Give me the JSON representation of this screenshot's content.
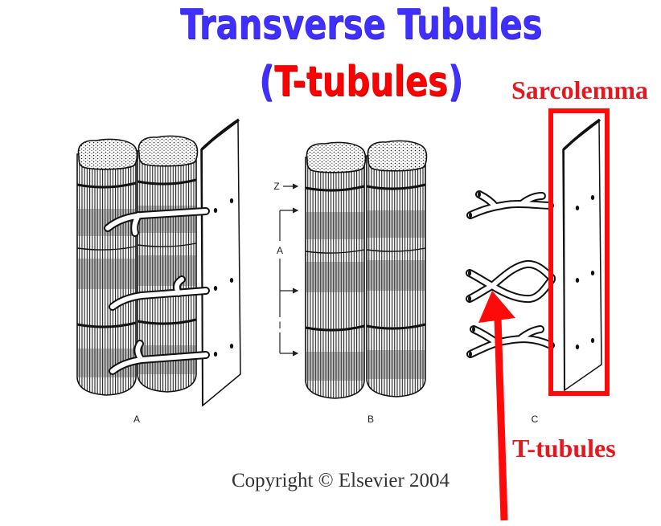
{
  "title": "Transverse Tubules",
  "subtitle": {
    "open_paren": "(",
    "term": "T-tubules",
    "close_paren": ")"
  },
  "callouts": {
    "sarcolemma": "Sarcolemma",
    "t_tubules": "T-tubules"
  },
  "figure": {
    "panel_labels": [
      "A",
      "B",
      "C"
    ],
    "band_labels": {
      "z": "Z",
      "a": "A",
      "i": "I"
    }
  },
  "copyright": "Copyright © Elsevier 2004",
  "colors": {
    "title": "#4030ff",
    "term": "#ff0000",
    "callout": "#e3191f",
    "highlight": "#ff0a0a"
  }
}
